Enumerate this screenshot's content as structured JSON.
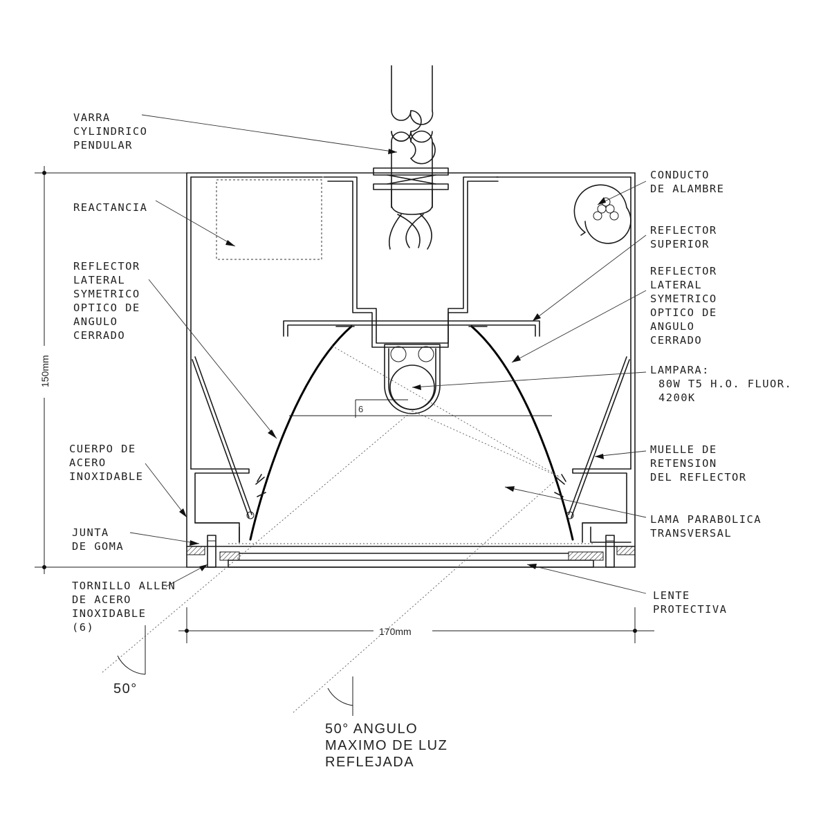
{
  "labels": {
    "varra": [
      "VARRA",
      "CYLINDRICO",
      "PENDULAR"
    ],
    "reactancia": [
      "REACTANCIA"
    ],
    "reflector_lateral_left": [
      "REFLECTOR",
      "LATERAL",
      "SYMETRICO",
      "OPTICO DE",
      "ANGULO",
      "CERRADO"
    ],
    "cuerpo": [
      "CUERPO DE",
      "ACERO",
      "INOXIDABLE"
    ],
    "junta": [
      "JUNTA",
      "DE GOMA"
    ],
    "tornillo": [
      "TORNILLO ALLEN",
      "DE ACERO",
      "INOXIDABLE",
      "(6)"
    ],
    "conducto": [
      "CONDUCTO",
      "DE ALAMBRE"
    ],
    "reflector_superior": [
      "REFLECTOR",
      "SUPERIOR"
    ],
    "reflector_lateral_right": [
      "REFLECTOR",
      "LATERAL",
      "SYMETRICO",
      "OPTICO DE",
      "ANGULO",
      "CERRADO"
    ],
    "lampara": [
      "LAMPARA:",
      "80W T5 H.O. FLUOR.",
      "4200K"
    ],
    "muelle": [
      "MUELLE DE",
      "RETENSION",
      "DEL REFLECTOR"
    ],
    "lama": [
      "LAMA PARABOLICA",
      "TRANSVERSAL"
    ],
    "lente": [
      "LENTE",
      "PROTECTIVA"
    ]
  },
  "dimensions": {
    "height": "150mm",
    "width": "170mm",
    "offset": "6"
  },
  "angles": {
    "cutoff": "50°",
    "caption": [
      "50° ANGULO",
      "MAXIMO DE LUZ",
      "REFLEJADA"
    ]
  }
}
